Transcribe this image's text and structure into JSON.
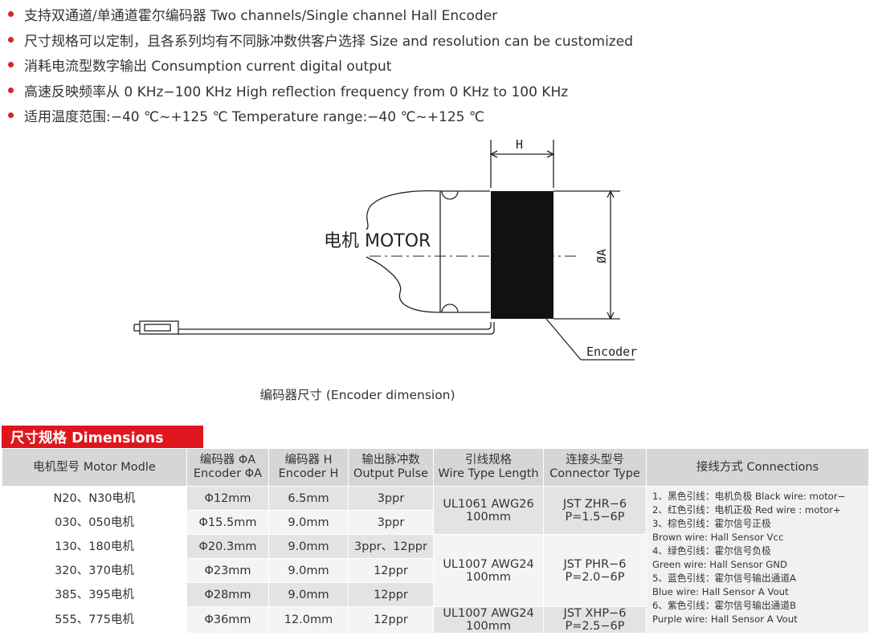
{
  "bullets": [
    "支持双通道/单通道霍尔编码器  Two channels/Single channel Hall Encoder",
    "尺寸规格可以定制，且各系列均有不同脉冲数供客户选择  Size and resolution can be customized",
    "消耗电流型数字输出  Consumption current digital output",
    "高速反映频率从 0 KHz−100 KHz   High reflection frequency from 0 KHz to 100 KHz",
    "适用温度范围:−40 ℃~+125 ℃   Temperature range:−40 ℃~+125 ℃"
  ],
  "diagram": {
    "label_h": "H",
    "label_motor": "电机 MOTOR",
    "label_diameter": "ØA",
    "label_encoder": "Encoder"
  },
  "caption": "编码器尺寸 (Encoder dimension)",
  "section_title": "尺寸规格  Dimensions",
  "table": {
    "headers": {
      "model": "电机型号 Motor Modle",
      "diameter": [
        "编码器 ΦA",
        "Encoder ΦA"
      ],
      "height": [
        "编码器 H",
        "Encoder H"
      ],
      "pulse": [
        "输出脉冲数",
        "Output Pulse"
      ],
      "wire": [
        "引线规格",
        "Wire Type Length"
      ],
      "connector": [
        "连接头型号",
        "Connector Type"
      ],
      "connections": "接线方式 Connections"
    },
    "rows": [
      {
        "model": "N20、N30电机",
        "diameter": "Φ12mm",
        "height": "6.5mm",
        "pulse": "3ppr"
      },
      {
        "model": "030、050电机",
        "diameter": "Φ15.5mm",
        "height": "9.0mm",
        "pulse": "3ppr"
      },
      {
        "model": "130、180电机",
        "diameter": "Φ20.3mm",
        "height": "9.0mm",
        "pulse": "3ppr、12ppr"
      },
      {
        "model": "320、370电机",
        "diameter": "Φ23mm",
        "height": "9.0mm",
        "pulse": "12ppr"
      },
      {
        "model": "385、395电机",
        "diameter": "Φ28mm",
        "height": "9.0mm",
        "pulse": "12ppr"
      },
      {
        "model": "555、775电机",
        "diameter": "Φ36mm",
        "height": "12.0mm",
        "pulse": "12ppr"
      }
    ],
    "wire_groups": [
      [
        "UL1061 AWG26",
        "100mm"
      ],
      [
        "UL1007 AWG24",
        "100mm"
      ],
      [
        "UL1007 AWG24",
        "100mm"
      ]
    ],
    "connector_groups": [
      [
        "JST ZHR−6",
        "P=1.5−6P"
      ],
      [
        "JST PHR−6",
        "P=2.0−6P"
      ],
      [
        "JST XHP−6",
        "P=2.5−6P"
      ]
    ],
    "connections": [
      "1、黑色引线：电机负极  Black wire:  motor−",
      "2、红色引线：电机正极  Red wire   :  motor+",
      "3、棕色引线：霍尔信号正极",
      "Brown wire: Hall Sensor Vcc",
      "4、绿色引线：霍尔信号负极",
      "Green wire: Hall Sensor GND",
      "5、蓝色引线：霍尔信号输出通道A",
      "Blue wire: Hall Sensor A Vout",
      "6、紫色引线：霍尔信号输出通道B",
      "Purple wire: Hall Sensor A Vout"
    ]
  }
}
